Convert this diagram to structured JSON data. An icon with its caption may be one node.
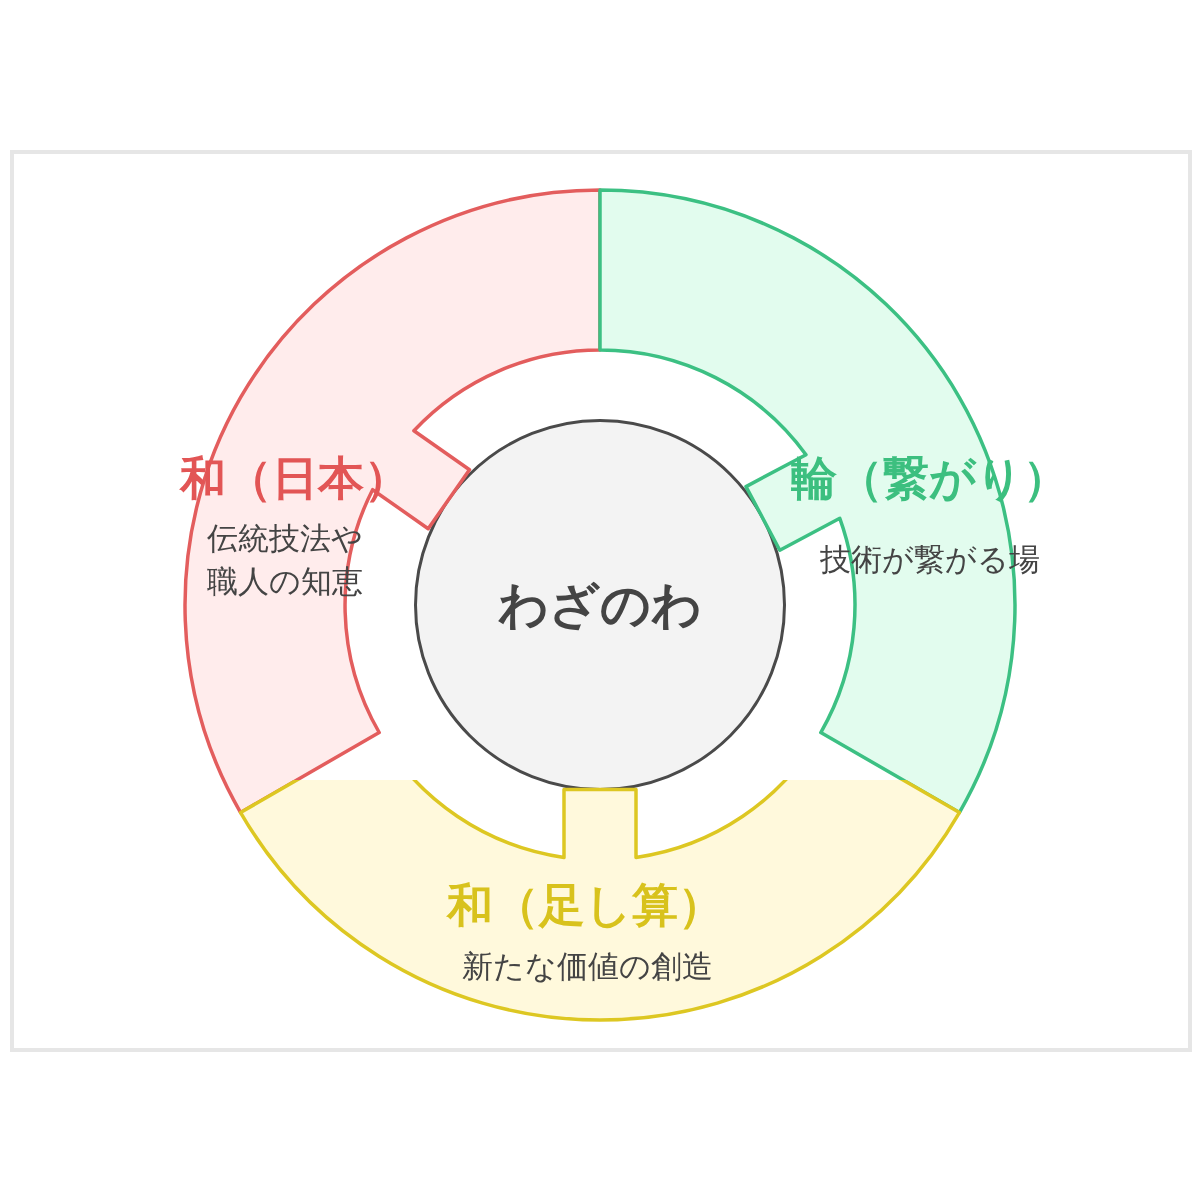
{
  "diagram": {
    "nodes": [
      {
        "text": [
          "わざのわ"
        ]
      },
      {
        "text": [
          "和（日本）",
          "伝統技法や職人の知恵"
        ]
      },
      {
        "text": [
          "輪（繋がり）",
          "技術が繋がる場"
        ]
      },
      {
        "text": [
          "和（足し算）",
          "新たな価値の創造"
        ]
      }
    ]
  }
}
